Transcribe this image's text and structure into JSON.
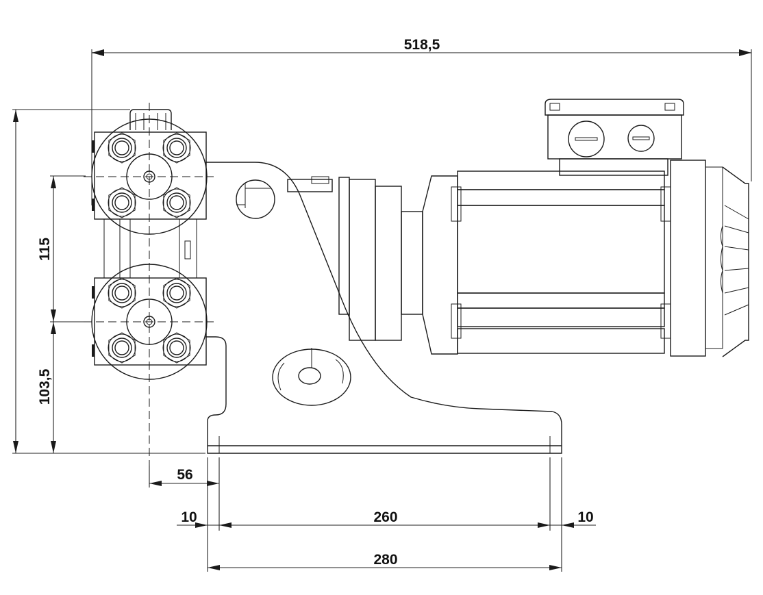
{
  "drawing": {
    "title": "Pump unit dimension drawing",
    "units": "mm",
    "dimensions": {
      "overall_length": "518,5",
      "overall_height": "",
      "port_spacing": "115",
      "lower_port_height": "103,5",
      "port_to_base_offset": "56",
      "left_hole_margin": "10",
      "hole_spacing": "260",
      "right_hole_margin": "10",
      "base_length": "280"
    },
    "components": [
      "pump-head-upper",
      "pump-head-lower",
      "bracket",
      "gearbox",
      "motor",
      "terminal-box",
      "fan-cover",
      "base-plate"
    ]
  }
}
